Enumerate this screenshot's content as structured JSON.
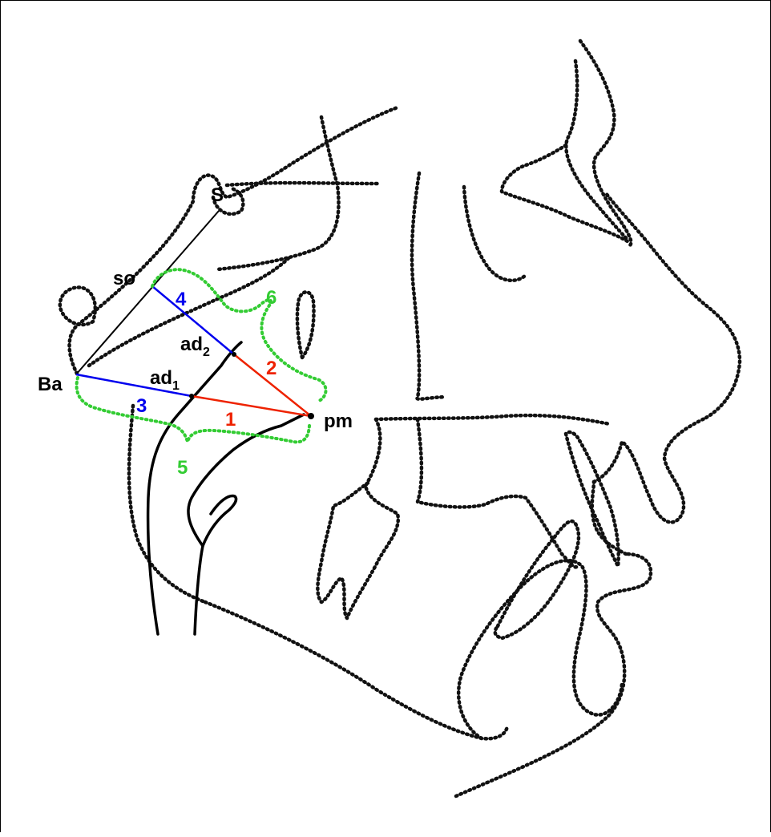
{
  "colors": {
    "outline": "#111111",
    "reference_line": "#000000",
    "red": "#ee2200",
    "blue": "#0000ee",
    "green": "#33cc33"
  },
  "labels": {
    "S": "S",
    "so": "so",
    "Ba": "Ba",
    "ad2_base": "ad",
    "ad2_sub": "2",
    "ad1_base": "ad",
    "ad1_sub": "1",
    "pm": "pm"
  },
  "measurements": {
    "m1": "1",
    "m2": "2",
    "m3": "3",
    "m4": "4",
    "m5": "5",
    "m6": "6"
  }
}
